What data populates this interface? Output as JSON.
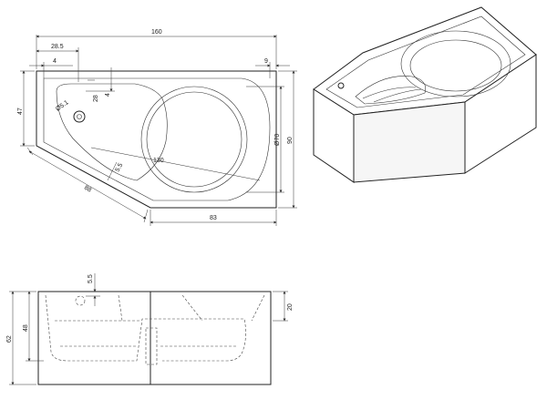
{
  "top_view": {
    "dims": {
      "width": "160",
      "offset_left": "28.5",
      "inset_left": "4",
      "inset_right": "9",
      "height_left": "47",
      "drain_offset": "28",
      "drain_gap": "4",
      "drain_dia": "Ø5.1",
      "body_length": "130",
      "wall_gap": "5.5",
      "diagonal": "88",
      "bottom_width": "83",
      "bowl_dia": "Ø70",
      "height_right": "90"
    }
  },
  "front_view": {
    "dims": {
      "total_height": "62",
      "inner_height": "48",
      "overflow_gap": "5.5",
      "rim_height": "20"
    }
  }
}
